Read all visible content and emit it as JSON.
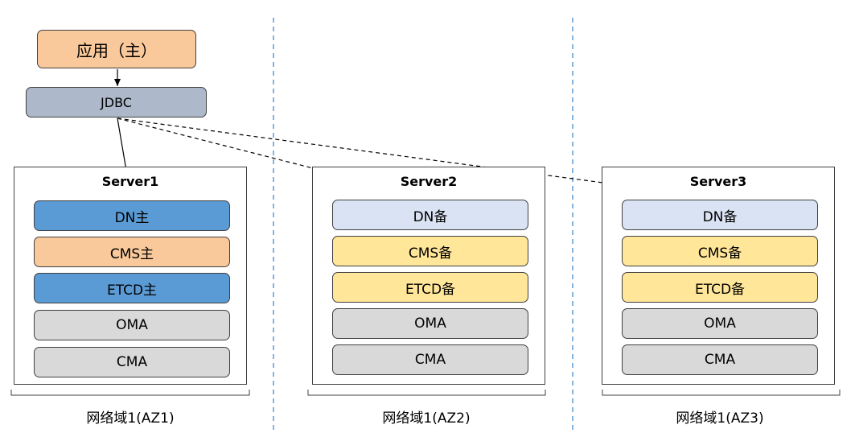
{
  "app": {
    "label": "应用（主）"
  },
  "jdbc": {
    "label": "JDBC"
  },
  "servers": [
    {
      "title": "Server1",
      "zone_label": "网络域1(AZ1)",
      "components": [
        {
          "label": "DN主",
          "role": "primary",
          "color": "#5b9bd5"
        },
        {
          "label": "CMS主",
          "role": "primary",
          "color": "#f9c89b"
        },
        {
          "label": "ETCD主",
          "role": "primary",
          "color": "#5b9bd5"
        },
        {
          "label": "OMA",
          "role": "agent",
          "color": "#d9d9d9"
        },
        {
          "label": "CMA",
          "role": "agent",
          "color": "#d9d9d9"
        }
      ]
    },
    {
      "title": "Server2",
      "zone_label": "网络域1(AZ2)",
      "components": [
        {
          "label": "DN备",
          "role": "standby",
          "color": "#dae3f3"
        },
        {
          "label": "CMS备",
          "role": "standby",
          "color": "#ffe699"
        },
        {
          "label": "ETCD备",
          "role": "standby",
          "color": "#ffe699"
        },
        {
          "label": "OMA",
          "role": "agent",
          "color": "#d9d9d9"
        },
        {
          "label": "CMA",
          "role": "agent",
          "color": "#d9d9d9"
        }
      ]
    },
    {
      "title": "Server3",
      "zone_label": "网络域1(AZ3)",
      "components": [
        {
          "label": "DN备",
          "role": "standby",
          "color": "#dae3f3"
        },
        {
          "label": "CMS备",
          "role": "standby",
          "color": "#ffe699"
        },
        {
          "label": "ETCD备",
          "role": "standby",
          "color": "#ffe699"
        },
        {
          "label": "OMA",
          "role": "agent",
          "color": "#d9d9d9"
        },
        {
          "label": "CMA",
          "role": "agent",
          "color": "#d9d9d9"
        }
      ]
    }
  ],
  "connections": [
    {
      "from": "app",
      "to": "jdbc",
      "style": "solid"
    },
    {
      "from": "jdbc",
      "to": "Server1",
      "style": "solid"
    },
    {
      "from": "jdbc",
      "to": "Server2",
      "style": "dashed"
    },
    {
      "from": "jdbc",
      "to": "Server3",
      "style": "dashed"
    }
  ]
}
